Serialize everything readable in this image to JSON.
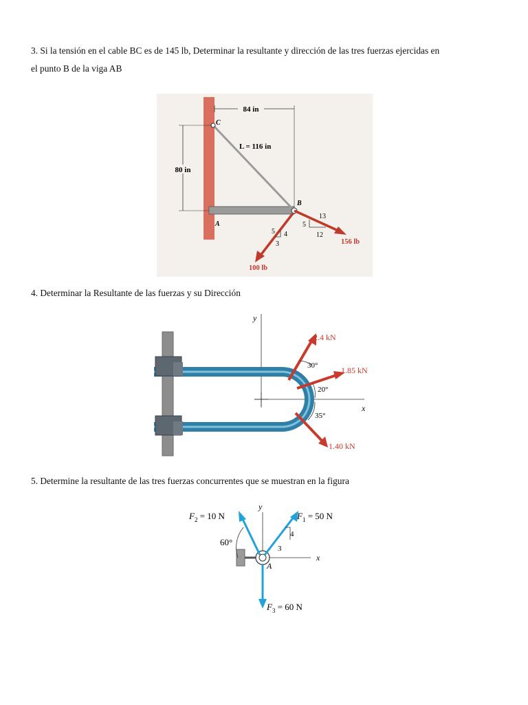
{
  "problem3": {
    "text_line1": "3. Si la tensión en el cable BC es de 145 lb, Determinar la resultante y dirección de las tres fuerzas ejercidas en",
    "text_line2": "el punto B de la viga AB",
    "figure": {
      "dim_horizontal": "84 in",
      "dim_vertical": "80 in",
      "cable_length": "L = 116 in",
      "label_c": "C",
      "label_a": "A",
      "label_b": "B",
      "slope_left_5": "5",
      "slope_left_4": "4",
      "slope_left_3": "3",
      "slope_right_5": "5",
      "slope_right_13": "13",
      "slope_right_12": "12",
      "force_right": "156 lb",
      "force_down": "100 lb",
      "colors": {
        "wall": "#d9705f",
        "force": "#c0392b",
        "beam": "#9a9a9a",
        "cable": "#9b9b9b"
      }
    }
  },
  "problem4": {
    "text": "4. Determinar la Resultante de las fuerzas y su Dirección",
    "figure": {
      "axis_y": "y",
      "axis_x": "x",
      "force_top": "2.4 kN",
      "force_mid": "1.85 kN",
      "force_bottom": "1.40 kN",
      "angle_top": "30°",
      "angle_mid": "20°",
      "angle_bottom": "35°",
      "colors": {
        "rod": "#2f7fa6",
        "force": "#c83a2c",
        "plate": "#8d8d8d"
      }
    }
  },
  "problem5": {
    "text": "5. Determine la resultante de las tres fuerzas concurrentes que se muestran en la figura",
    "figure": {
      "axis_y": "y",
      "axis_x": "x",
      "label_a": "A",
      "angle": "60°",
      "slope_4": "4",
      "slope_3": "3",
      "f1_name": "F",
      "f1_sub": "1",
      "f1_val": " = 50 N",
      "f2_name": "F",
      "f2_sub": "2",
      "f2_val": " = 10 N",
      "f3_name": "F",
      "f3_sub": "3",
      "f3_val": " = 60 N",
      "colors": {
        "force": "#1fa3d9"
      }
    }
  }
}
